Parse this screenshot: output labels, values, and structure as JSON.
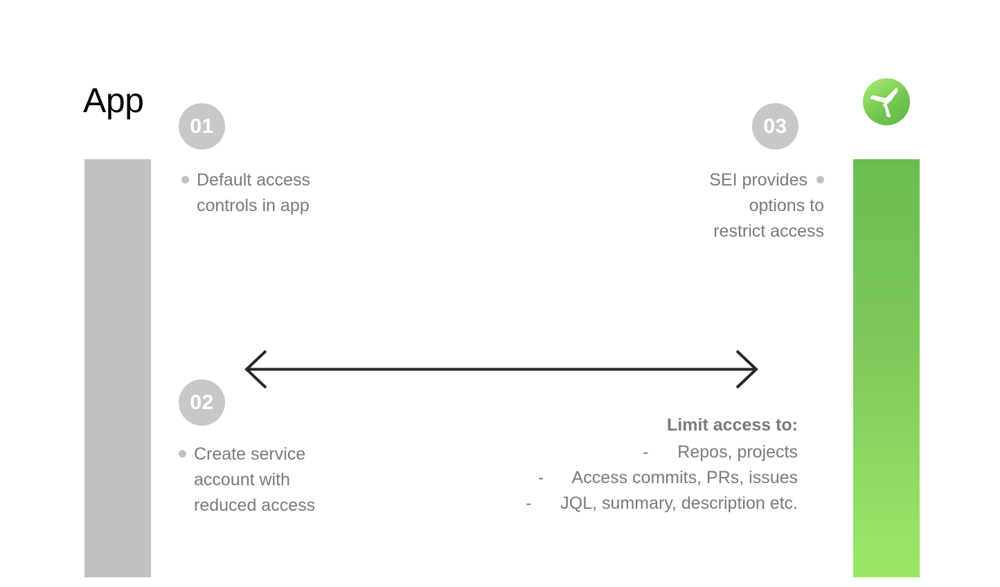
{
  "slide": {
    "title": "App",
    "logo_icon": "propeller-logo-icon",
    "colors": {
      "left_bar": "#c2c2c2",
      "right_bar_top": "#6bbe4e",
      "right_bar_bottom": "#9be868",
      "badge": "#c8c8c8",
      "body_text": "#7a7a7a",
      "title_text": "#000000",
      "arrow": "#262626"
    }
  },
  "steps": [
    {
      "number": "01",
      "line1": "Default access",
      "line2": "controls in app",
      "bullet_icon": "bullet-dot-icon"
    },
    {
      "number": "02",
      "line1": "Create service",
      "line2": "account with",
      "line3": "reduced access",
      "bullet_icon": "bullet-dot-icon"
    },
    {
      "number": "03",
      "line1": "SEI provides",
      "line2": "options to",
      "line3": "restrict access",
      "bullet_icon": "bullet-dot-icon"
    }
  ],
  "arrow": {
    "icon": "double-headed-arrow-icon",
    "direction": "bidirectional"
  },
  "limit": {
    "heading": "Limit access to:",
    "items": [
      "-      Repos, projects",
      "-      Access commits, PRs, issues",
      "-      JQL, summary, description etc."
    ]
  }
}
